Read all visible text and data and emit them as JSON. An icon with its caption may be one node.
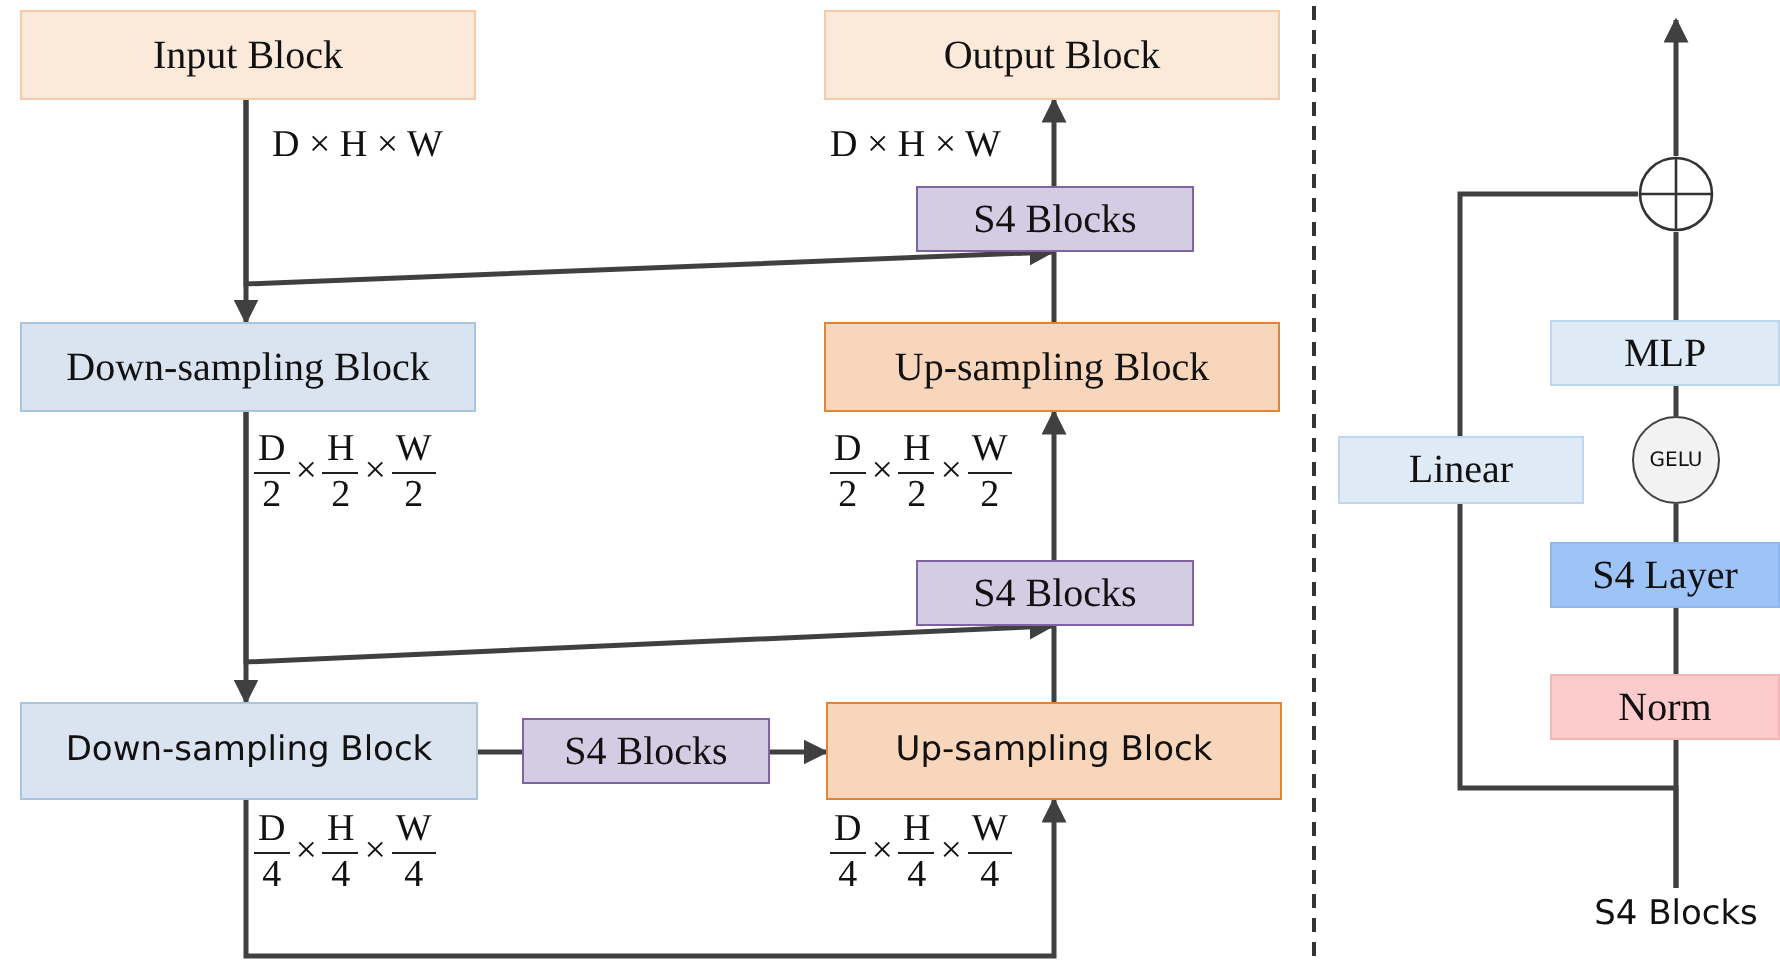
{
  "diagram": {
    "nodes": [
      {
        "text": [
          "Input Block"
        ]
      },
      {
        "text": [
          "Output Block"
        ]
      },
      {
        "text": [
          "Down-sampling Block"
        ]
      },
      {
        "text": [
          "Up-sampling Block"
        ]
      },
      {
        "text": [
          "S4 Blocks"
        ]
      },
      {
        "text": [
          "S4 Blocks"
        ]
      },
      {
        "text": [
          "Down-sampling Block"
        ]
      },
      {
        "text": [
          "S4 Blocks"
        ]
      },
      {
        "text": [
          "Up-sampling Block"
        ]
      },
      {
        "text": [],
        "shape": "circle"
      },
      {
        "text": [
          "MLP"
        ]
      },
      {
        "text": [
          "GELU"
        ]
      },
      {
        "text": [
          "Linear"
        ]
      },
      {
        "text": [
          "S4 Layer"
        ]
      },
      {
        "text": [
          "Norm"
        ]
      },
      {
        "text": [
          "S4 Blocks"
        ]
      }
    ],
    "edges": [
      {
        "from": 0,
        "to": 2,
        "arrow": "to"
      },
      {
        "from": 0,
        "to": 4,
        "arrow": "to"
      },
      {
        "from": 3,
        "to": 4,
        "arrow": "none"
      },
      {
        "from": 4,
        "to": 1,
        "arrow": "to"
      },
      {
        "from": 2,
        "to": 6,
        "arrow": "to"
      },
      {
        "from": 2,
        "to": 5,
        "arrow": "to"
      },
      {
        "from": 8,
        "to": 5,
        "arrow": "none"
      },
      {
        "from": 5,
        "to": 3,
        "arrow": "to"
      },
      {
        "from": 6,
        "to": 7,
        "arrow": "none"
      },
      {
        "from": 7,
        "to": 8,
        "arrow": "to"
      },
      {
        "from": 6,
        "to": 8,
        "arrow": "to"
      },
      {
        "from": 15,
        "to": 14,
        "arrow": "none"
      },
      {
        "from": 14,
        "to": 13,
        "arrow": "none"
      },
      {
        "from": 13,
        "to": 11,
        "arrow": "none"
      },
      {
        "from": 11,
        "to": 10,
        "arrow": "none"
      },
      {
        "from": 10,
        "to": 9,
        "arrow": "none"
      },
      {
        "from": 9,
        "to": null,
        "arrow": "to"
      },
      {
        "from": 15,
        "to": 12,
        "arrow": "none"
      },
      {
        "from": 12,
        "to": 9,
        "arrow": "none"
      }
    ],
    "labels": [
      "D × H × W",
      "D × H × W",
      "D",
      "2",
      "×",
      "H",
      "2",
      "×",
      "W",
      "2",
      "D",
      "2",
      "×",
      "H",
      "2",
      "×",
      "W",
      "2",
      "D",
      "4",
      "×",
      "H",
      "4",
      "×",
      "W",
      "4",
      "D",
      "4",
      "×",
      "H",
      "4",
      "×",
      "W",
      "4"
    ]
  }
}
